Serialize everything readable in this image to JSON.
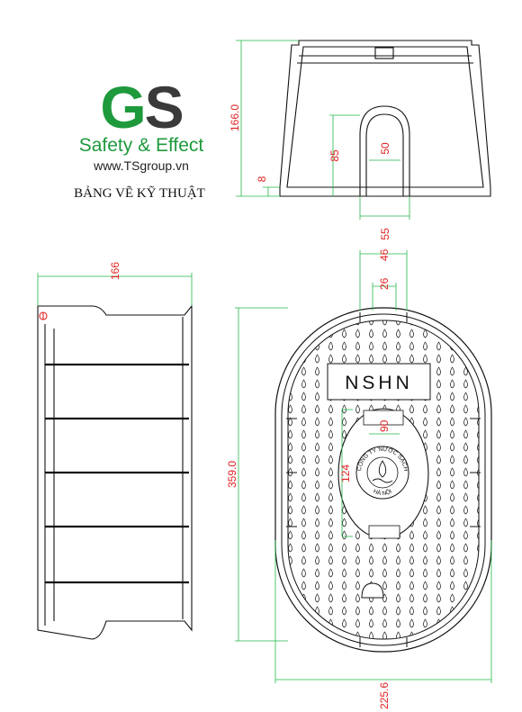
{
  "logo": {
    "mark_g": "G",
    "mark_s": "S",
    "tagline": "Safety & Effect",
    "website": "www.TSgroup.vn"
  },
  "title": "BẢNG VẼ KỸ THUẬT",
  "dimensions": {
    "front_height": "166.0",
    "front_inner_height": "85",
    "front_arch_width": "50",
    "front_base_gap": "8",
    "front_bottom_width": "55",
    "side_width": "166",
    "top_length": "359.0",
    "top_width": "225.6",
    "top_notch_outer": "46",
    "top_notch_inner": "26",
    "lid_inner_width": "90",
    "lid_inner_height": "124"
  },
  "lid": {
    "label": "NSHN",
    "seal_text_top": "CÔNG TY NƯỚC SẠCH",
    "seal_text_bottom": "HÀ NỘI"
  },
  "colors": {
    "dimension": "#e02020",
    "dimension_line": "#22b84a",
    "brand_green": "#1e9a3c",
    "outline": "#111111"
  }
}
